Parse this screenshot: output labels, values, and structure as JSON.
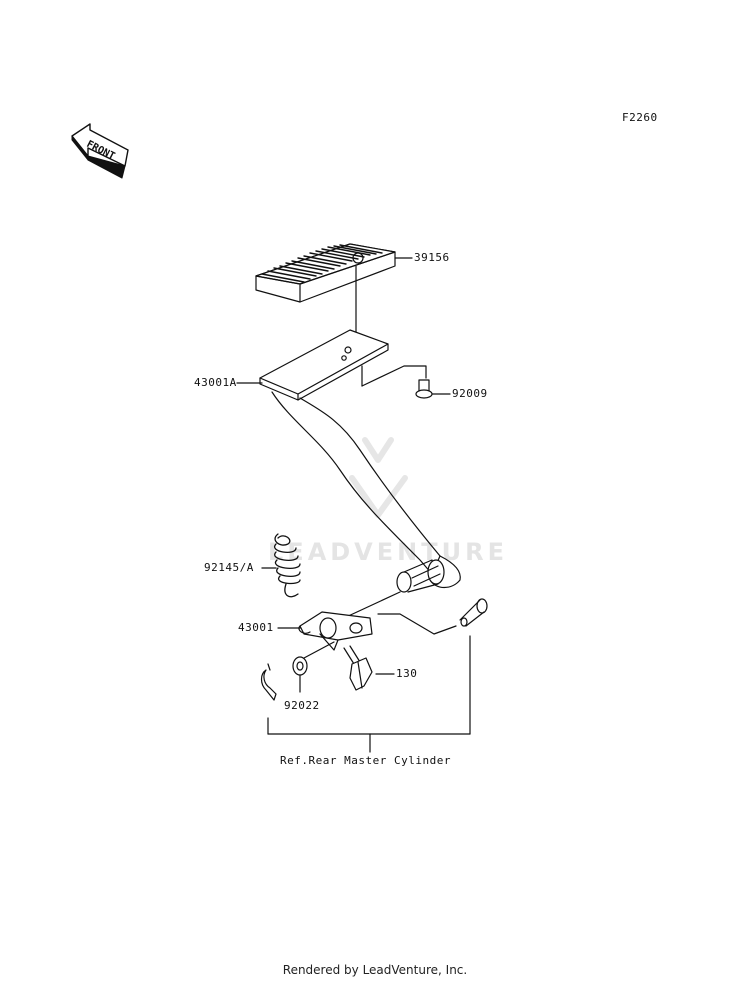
{
  "figure_code": "F2260",
  "direction_label": "FRONT",
  "parts": [
    {
      "id": "lbl-39156",
      "text": "39156"
    },
    {
      "id": "lbl-43001A",
      "text": "43001A"
    },
    {
      "id": "lbl-92009",
      "text": "92009"
    },
    {
      "id": "lbl-92145A",
      "text": "92145/A"
    },
    {
      "id": "lbl-43001",
      "text": "43001"
    },
    {
      "id": "lbl-130",
      "text": "130"
    },
    {
      "id": "lbl-92022",
      "text": "92022"
    }
  ],
  "reference_note": "Ref.Rear Master Cylinder",
  "watermark": "LEADVENTURE",
  "footer": "Rendered by LeadVenture, Inc."
}
